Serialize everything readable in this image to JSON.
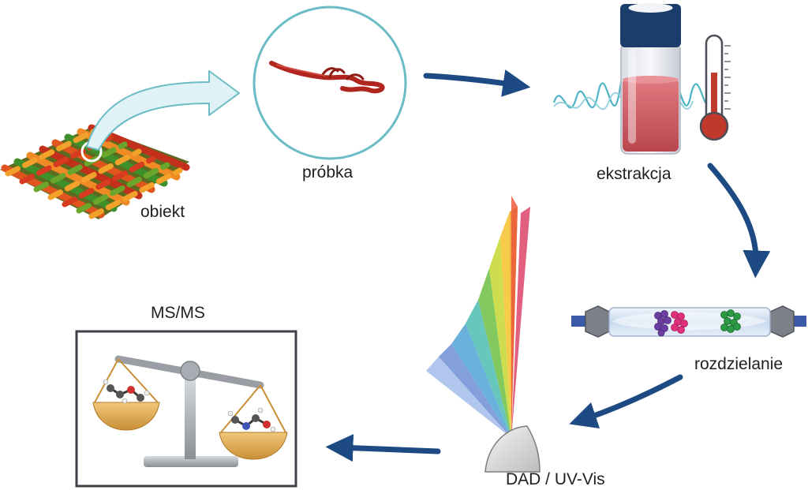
{
  "labels": {
    "object": "obiekt",
    "sample": "próbka",
    "extraction": "ekstrakcja",
    "separation": "rozdzielanie",
    "detection": "DAD / UV-Vis",
    "mass_spec": "MS/MS"
  },
  "colors": {
    "flow_arrow": "#1d4a82",
    "callout_fill": "#dff2f5",
    "callout_stroke": "#6bbcc4",
    "sample_circle": "#6bbcc4",
    "fiber": "#b0261e",
    "vial_cap": "#1b3d6b",
    "vial_liquid": "#c9545b",
    "wave": "#4fb3c6",
    "thermometer_fill": "#c0392b",
    "column_body": "#d5e3f3",
    "column_fitting": "#7b8089",
    "band_purple": "#6a3fa0",
    "band_pink": "#e0327a",
    "band_green": "#2b9a44",
    "scale_metal": "#9a9ea4",
    "scale_pan": "#e4b15b",
    "frame": "#3d4147"
  },
  "icons": {
    "object": "woven-textile-icon",
    "sample": "thread-fiber-icon",
    "extraction": "vial-with-waves-and-thermometer-icon",
    "separation": "chromatography-column-icon",
    "detection": "prism-spectrum-icon",
    "mass_spec": "balance-scale-molecules-icon"
  }
}
